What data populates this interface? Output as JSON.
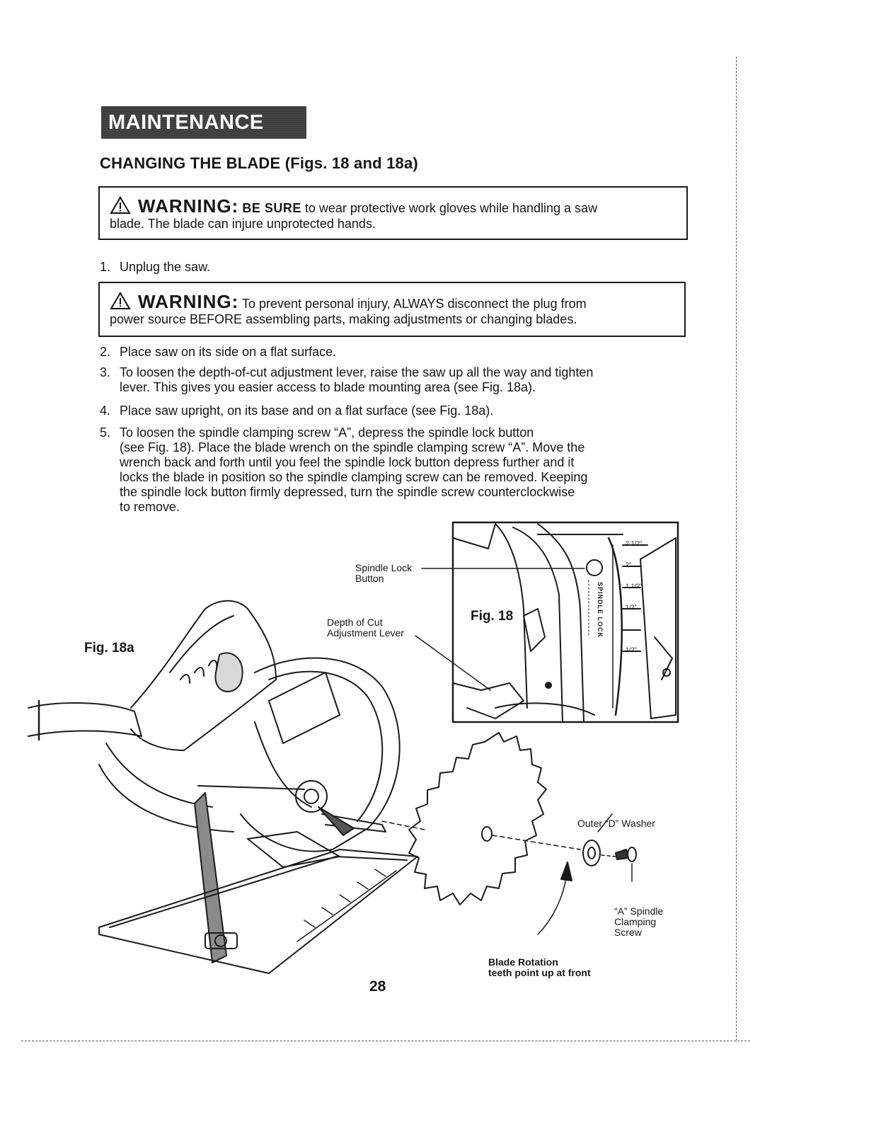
{
  "section_title": "MAINTENANCE cont.",
  "heading": "CHANGING THE BLADE  (Figs. 18 and 18a)",
  "warning1": {
    "title": "WARNING:",
    "lead": "BE SURE",
    "text": " to wear protective work gloves while handling a saw",
    "text2": "blade. The blade can injure unprotected hands."
  },
  "step1": {
    "num": "1.",
    "text": "Unplug the saw."
  },
  "warning2": {
    "title": "WARNING:",
    "text": " To prevent personal injury, ALWAYS disconnect the plug from",
    "text2": "power source BEFORE assembling parts, making adjustments or changing blades."
  },
  "steps": [
    {
      "num": "2.",
      "lines": [
        "Place saw on its side on a flat surface."
      ]
    },
    {
      "num": "3.",
      "lines": [
        "To loosen the depth-of-cut adjustment lever, raise the saw up all the way and tighten",
        "lever. This gives you easier access to blade mounting area (see Fig. 18a)."
      ]
    },
    {
      "num": "4.",
      "lines": [
        "Place saw upright, on its base and on a flat surface (see Fig. 18a)."
      ]
    },
    {
      "num": "5.",
      "lines": [
        "To loosen the spindle clamping screw “A”, depress the spindle lock button",
        "(see Fig. 18). Place the blade wrench on the spindle clamping screw “A”. Move the",
        "wrench back and forth until you feel the spindle lock button depress further and it",
        "locks the blade in position so the spindle clamping screw can be removed. Keeping",
        "the spindle lock button firmly depressed, turn  the spindle screw counterclockwise",
        "to remove."
      ]
    }
  ],
  "figures": {
    "fig18": "Fig. 18",
    "fig18a": "Fig. 18a",
    "spindle_lock": [
      "Spindle Lock",
      "Button"
    ],
    "depth_of_cut": [
      "Depth of Cut",
      "Adjustment Lever"
    ],
    "outer_washer": "Outer “D” Washer",
    "clamping_screw": [
      "“A”  Spindle",
      "Clamping",
      "Screw"
    ],
    "blade_rotation": [
      "Blade Rotation",
      "teeth point up at front"
    ],
    "spindle_lock_tag": "SPINDLE LOCK",
    "scale_marks": [
      "2 1/2\"",
      "2\"",
      "1 1/2\"",
      "1/2\"",
      "1/2\""
    ]
  },
  "page_number": "28"
}
